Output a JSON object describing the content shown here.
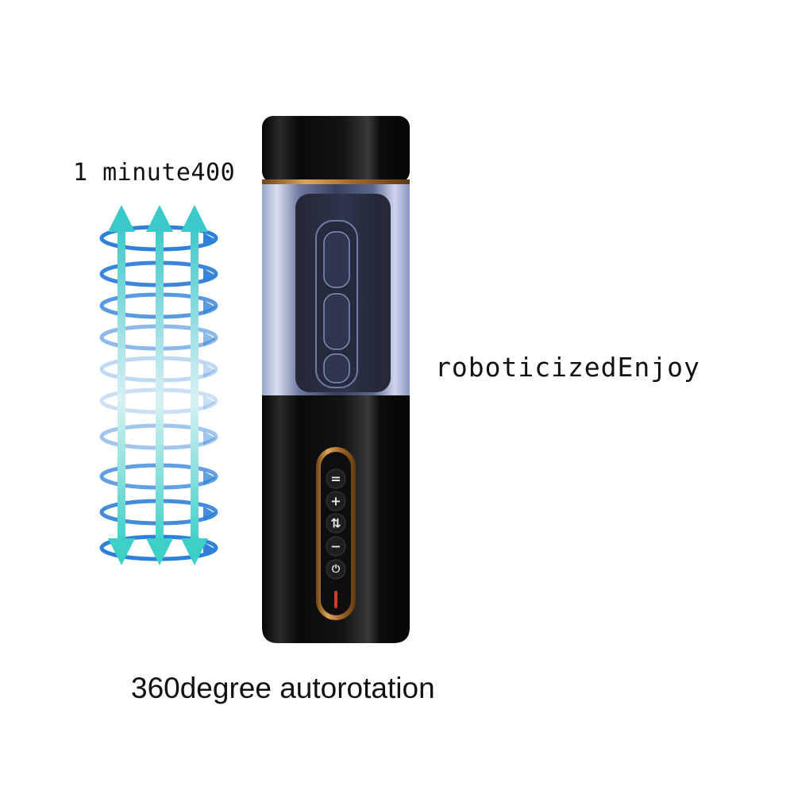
{
  "captions": {
    "top": "1 minute400",
    "right": "roboticizedEnjoy",
    "bottom": "360degree autorotation"
  },
  "device": {
    "buttons": [
      {
        "icon": "pause-icon",
        "glyph": "="
      },
      {
        "icon": "plus-icon",
        "glyph": "+"
      },
      {
        "icon": "mode-switch-icon",
        "glyph": "⇅"
      },
      {
        "icon": "minus-icon",
        "glyph": "−"
      },
      {
        "icon": "power-icon",
        "glyph": "⏻"
      }
    ],
    "colors": {
      "body": "#0b0b0b",
      "gold_trim": "#c58a3d",
      "window": "#b9c3de",
      "indicator": "#d23a2a"
    }
  },
  "rotation_graphic": {
    "icon": "rotation-arrows-icon",
    "colors": {
      "ring": "#2f80d8",
      "arrow": "#4fd3d0"
    }
  }
}
